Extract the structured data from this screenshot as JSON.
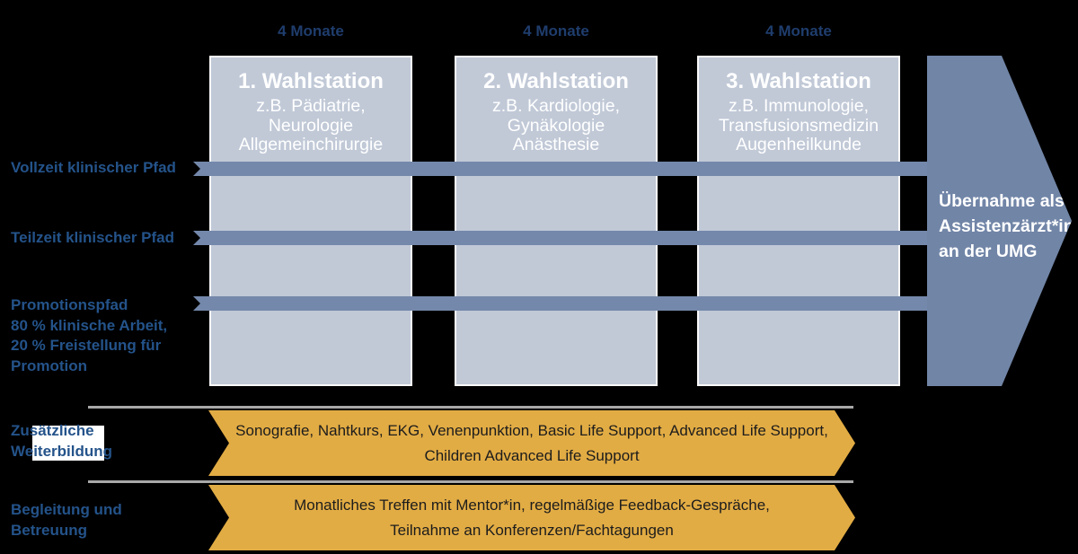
{
  "timeline": {
    "durations": [
      "4 Monate",
      "4 Monate",
      "4 Monate"
    ],
    "stations": [
      {
        "title": "1. Wahlstation",
        "examples": "z.B. Pädiatrie,\nNeurologie\nAllgemeinchirurgie"
      },
      {
        "title": "2. Wahlstation",
        "examples": "z.B. Kardiologie,\nGynäkologie\nAnästhesie"
      },
      {
        "title": "3. Wahlstation",
        "examples": "z.B. Immunologie,\nTransfusionsmedizin\nAugenheilkunde"
      }
    ],
    "paths": [
      {
        "label": "Vollzeit klinischer Pfad"
      },
      {
        "label": "Teilzeit klinischer Pfad"
      },
      {
        "label": "Promotionspfad\n80 % klinische Arbeit,\n20 % Freistellung für\nPromotion"
      }
    ],
    "outcome": "Übernahme als\nAssistenzärzt*in\nan der UMG"
  },
  "extras": [
    {
      "label": "Zusätzliche\nWeiterbildung",
      "content": "Sonografie, Nahtkurs, EKG, Venenpunktion, Basic Life Support, Advanced Life Support,\nChildren Advanced Life Support"
    },
    {
      "label": "Begleitung und\nBetreuung",
      "content": "Monatliches Treffen mit Mentor*in, regelmäßige Feedback-Gespräche,\nTeilnahme an Konferenzen/Fachtagungen"
    }
  ],
  "colors": {
    "background": "#000000",
    "station_fill": "#c1c9d7",
    "station_border": "#fafafa",
    "path_bar": "#7488ab",
    "outcome_arrow": "#7185a7",
    "extra_arrow": "#e2ac44",
    "label_blue": "#24538a",
    "duration_blue": "#1f3d6d",
    "divider_gray": "#a8a8a8"
  }
}
